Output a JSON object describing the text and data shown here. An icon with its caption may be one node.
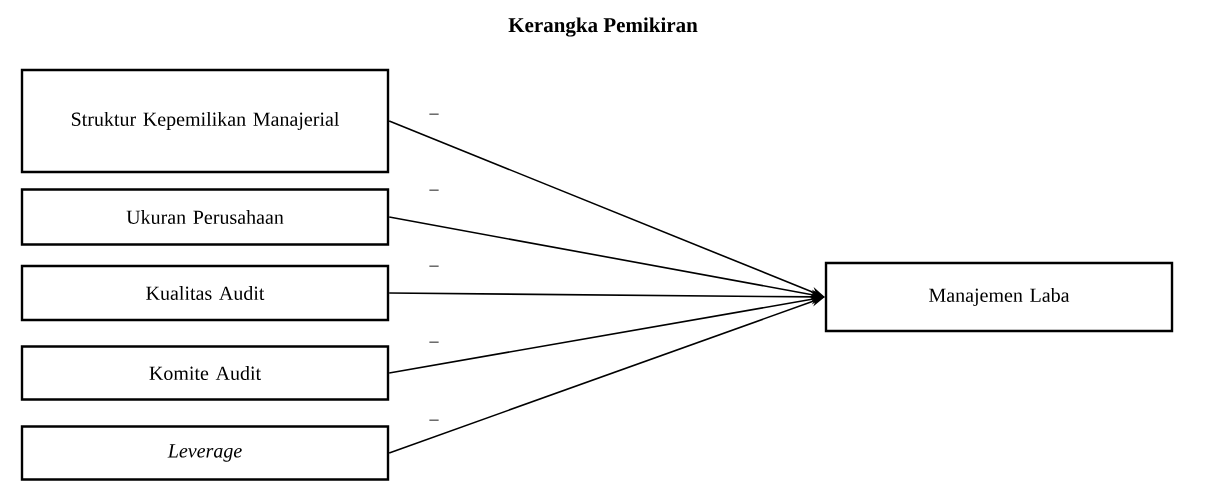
{
  "diagram": {
    "title": "Kerangka Pemikiran",
    "nodes": [
      {
        "text": [
          "Struktur Kepemilikan Manajerial"
        ]
      },
      {
        "text": [
          "Ukuran Perusahaan"
        ]
      },
      {
        "text": [
          "Kualitas Audit"
        ]
      },
      {
        "text": [
          "Komite Audit"
        ]
      },
      {
        "text": [
          "Leverage"
        ]
      },
      {
        "text": [
          "Manajemen Laba"
        ]
      }
    ],
    "edges": [
      {
        "from": 0,
        "to": 5,
        "arrow": "to",
        "label": "–"
      },
      {
        "from": 1,
        "to": 5,
        "arrow": "to",
        "label": "–"
      },
      {
        "from": 2,
        "to": 5,
        "arrow": "to",
        "label": "–"
      },
      {
        "from": 3,
        "to": 5,
        "arrow": "to",
        "label": "–"
      },
      {
        "from": 4,
        "to": 5,
        "arrow": "to",
        "label": "–"
      }
    ]
  }
}
